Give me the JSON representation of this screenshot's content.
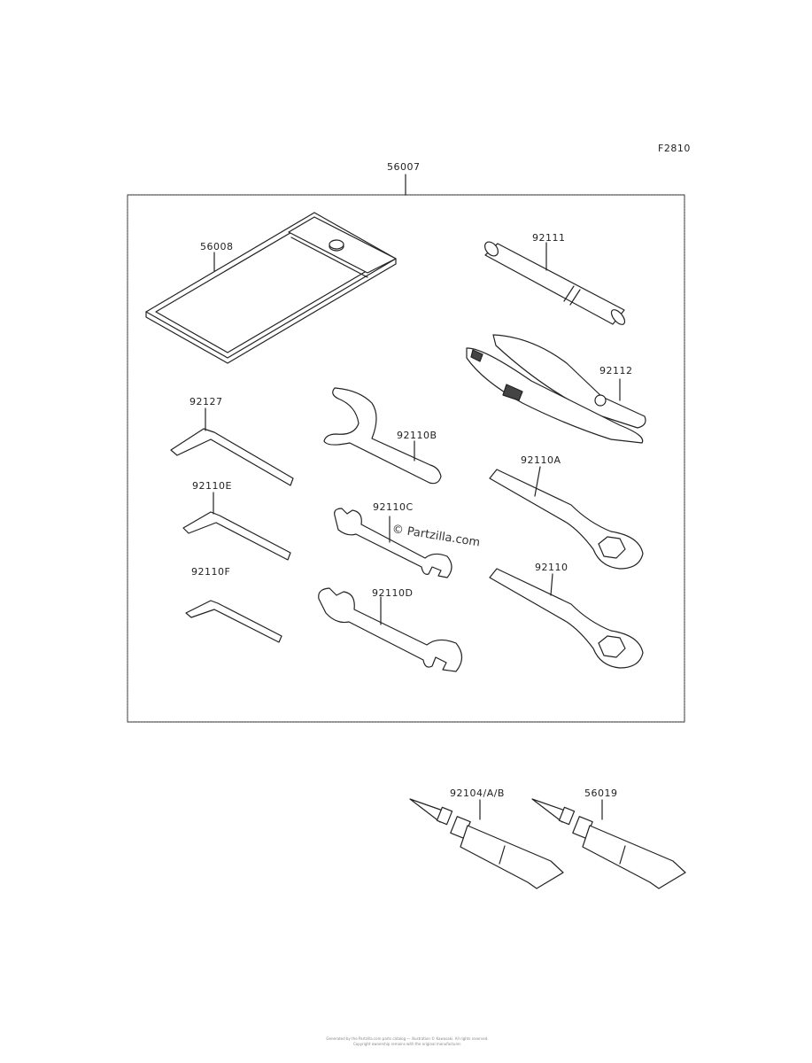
{
  "figure_code": "F2810",
  "parts": {
    "kit": "56007",
    "case": "56008",
    "handle": "92111",
    "pliers": "92112",
    "hex_key_1": "92127",
    "hex_key_2": "92110E",
    "hex_key_3": "92110F",
    "hook_wrench": "92110B",
    "wrench_small": "92110C",
    "wrench_medium": "92110D",
    "ring_wrench_a": "92110A",
    "ring_wrench": "92110",
    "tube_1": "92104/A/B",
    "tube_2": "56019"
  },
  "watermark": "© Partzilla.com",
  "footer": [
    "Generated by the Partzilla.com parts catalog — illustration © Kawasaki. All rights reserved.",
    "Copyright ownership remains with the original manufacturer."
  ]
}
